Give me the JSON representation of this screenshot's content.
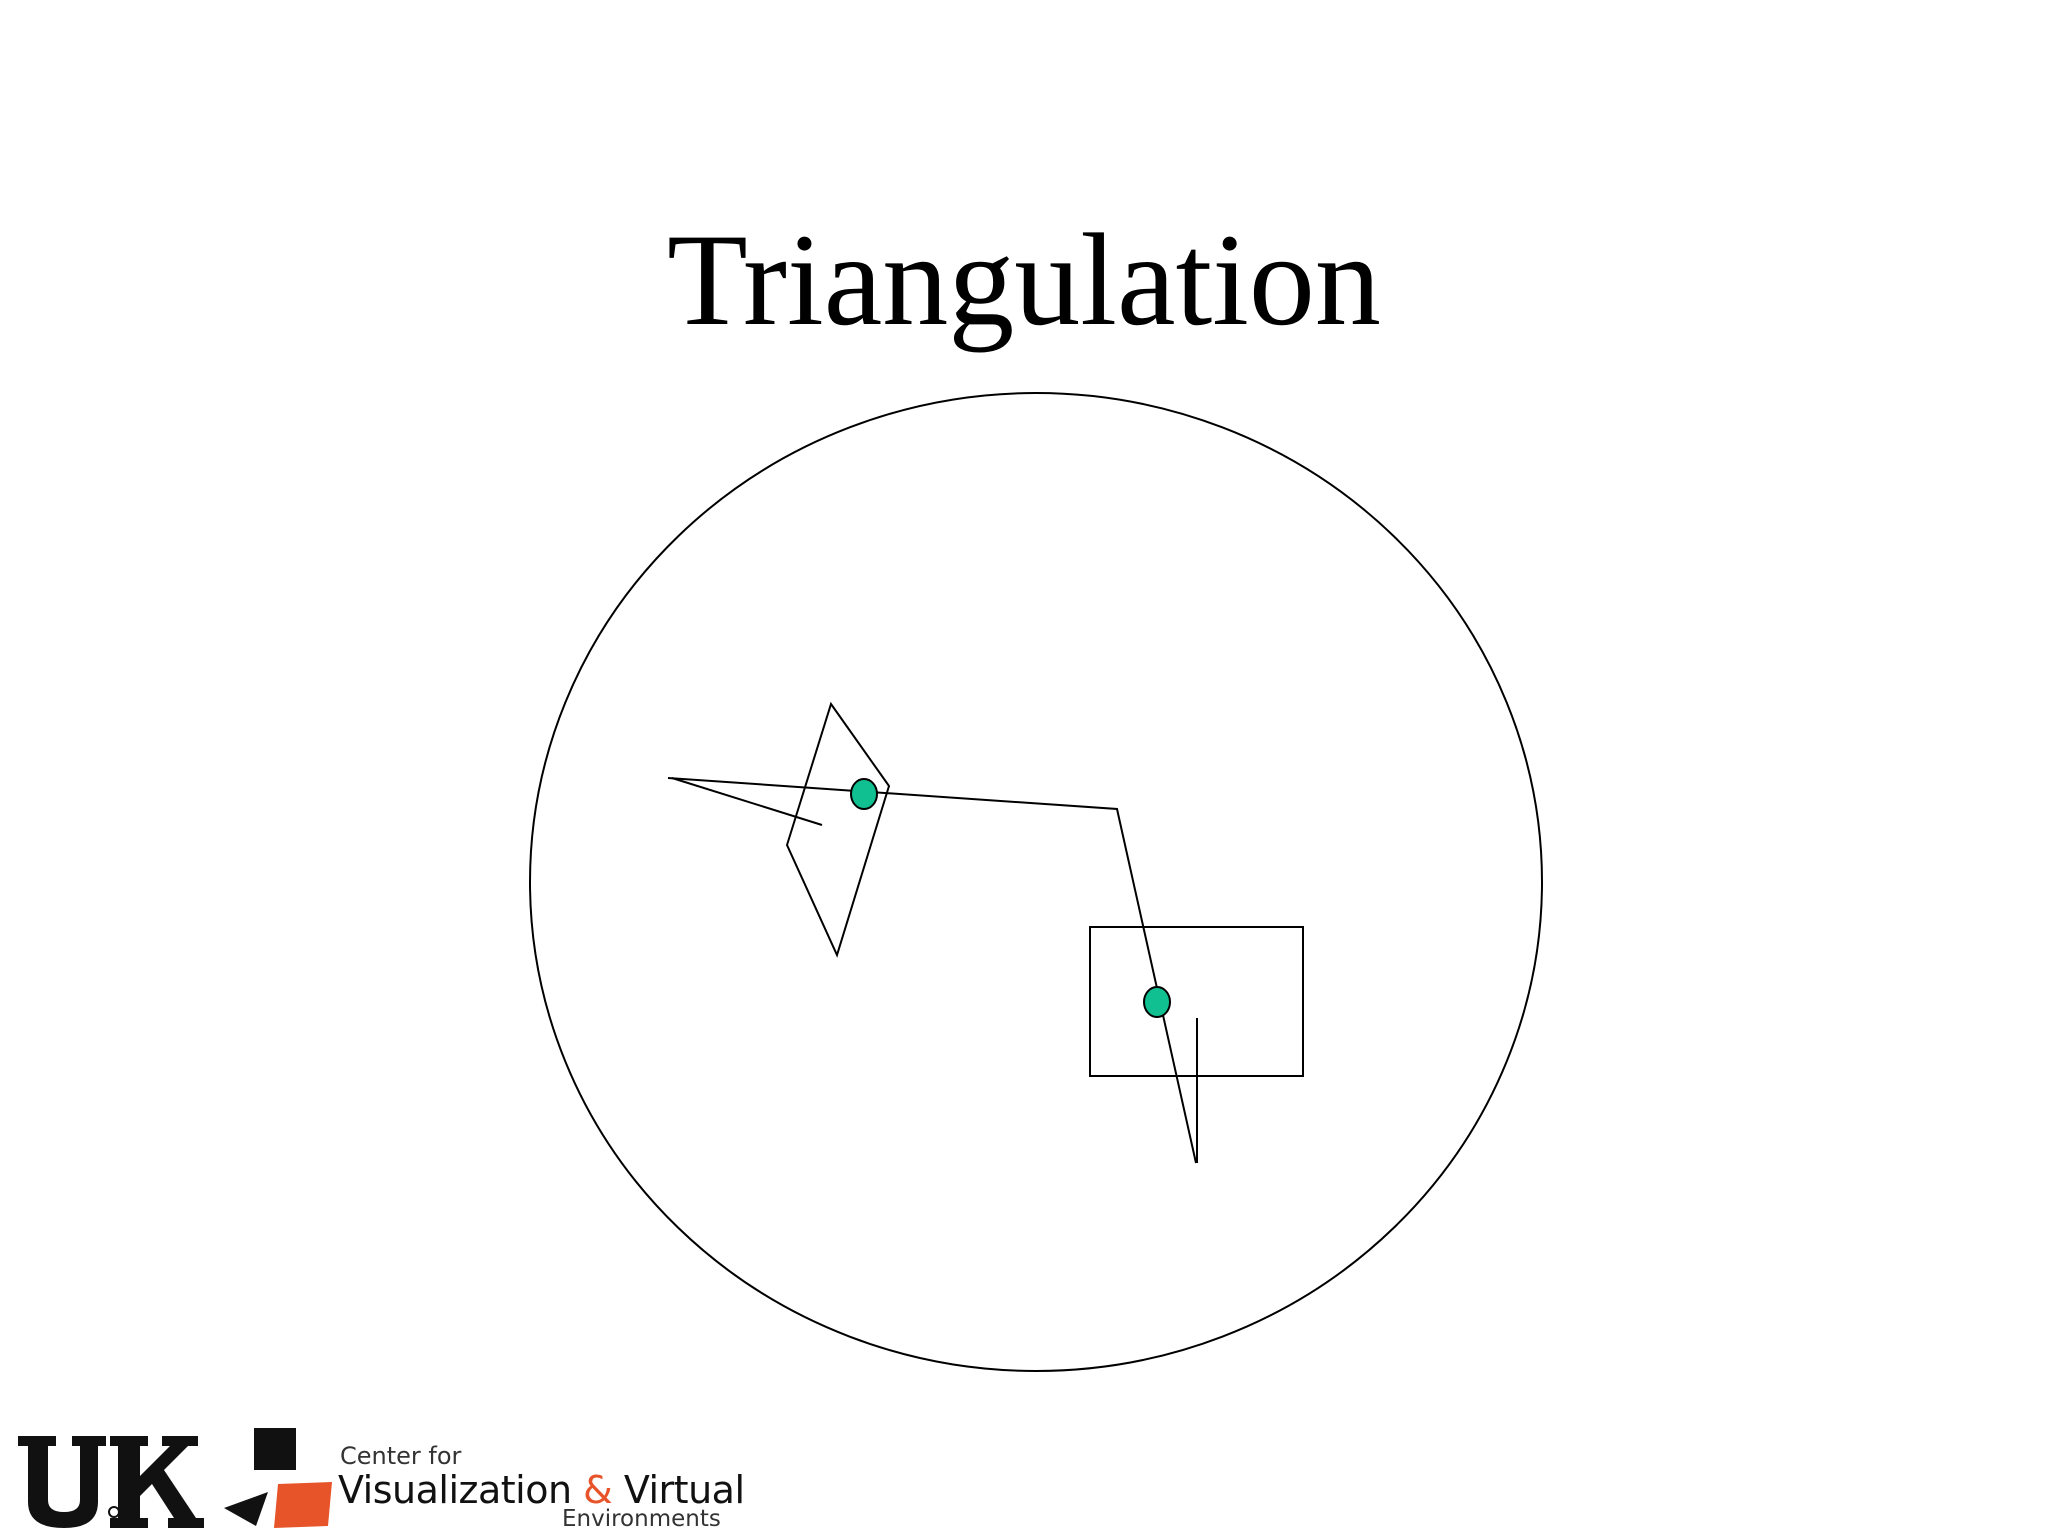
{
  "slide": {
    "title": "Triangulation"
  },
  "colors": {
    "background": "#ffffff",
    "line": "#000000",
    "marker_fill": "#10c090",
    "logo_orange": "#e8542a",
    "logo_dark": "#111111"
  },
  "diagram": {
    "markers": [
      "triangulation-point-1",
      "triangulation-point-2"
    ]
  },
  "footer": {
    "uk_logo_text": "UK",
    "cvve": {
      "line1": "Center for",
      "line2_prefix": "Visualization ",
      "line2_amp": "&",
      "line2_suffix": " Virtual",
      "line3": "Environments"
    }
  }
}
